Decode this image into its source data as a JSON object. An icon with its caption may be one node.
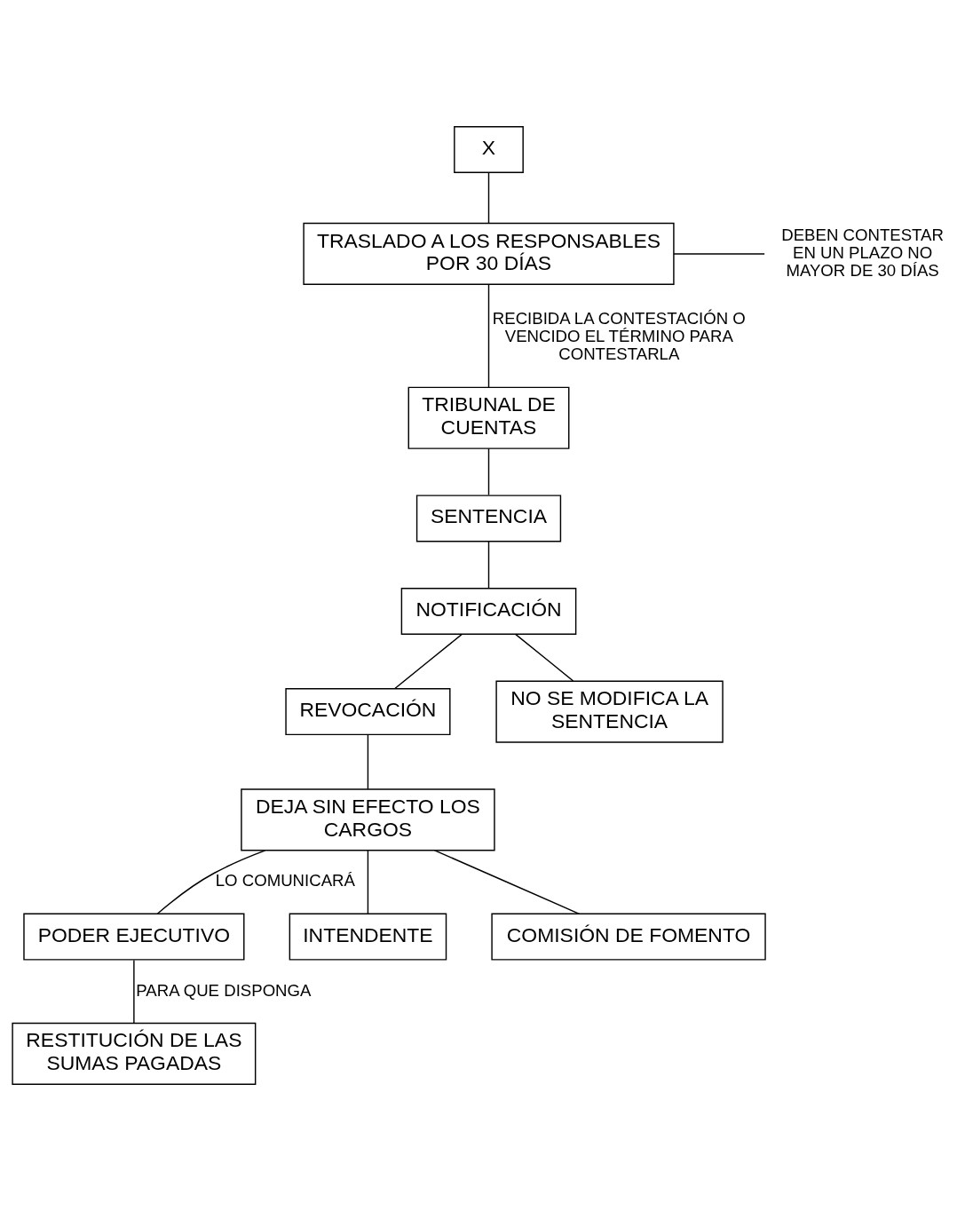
{
  "diagram": {
    "nodes": [
      {
        "text": [
          "X"
        ]
      },
      {
        "text": [
          "TRASLADO A LOS RESPONSABLES POR 30 DÍAS"
        ]
      },
      {
        "text": [
          "DEBEN CONTESTAR EN UN PLAZO NO MAYOR DE 30 DÍAS"
        ]
      },
      {
        "text": [
          "TRIBUNAL DE CUENTAS"
        ]
      },
      {
        "text": [
          "SENTENCIA"
        ]
      },
      {
        "text": [
          "NOTIFICACIÓN"
        ]
      },
      {
        "text": [
          "REVOCACIÓN"
        ]
      },
      {
        "text": [
          "NO SE MODIFICA LA SENTENCIA"
        ]
      },
      {
        "text": [
          "DEJA SIN EFECTO LOS CARGOS"
        ]
      },
      {
        "text": [
          "PODER EJECUTIVO"
        ]
      },
      {
        "text": [
          "INTENDENTE"
        ]
      },
      {
        "text": [
          "COMISIÓN DE FOMENTO"
        ]
      },
      {
        "text": [
          "RESTITUCIÓN DE LAS SUMAS PAGADAS"
        ]
      }
    ],
    "edges": [
      {
        "from": 0,
        "to": 1,
        "arrow": "none"
      },
      {
        "from": 1,
        "to": 2,
        "arrow": "none"
      },
      {
        "from": 1,
        "to": 3,
        "arrow": "none",
        "label": "RECIBIDA LA CONTESTACIÓN O VENCIDO EL TÉRMINO PARA CONTESTARLA"
      },
      {
        "from": 3,
        "to": 4,
        "arrow": "none"
      },
      {
        "from": 4,
        "to": 5,
        "arrow": "none"
      },
      {
        "from": 5,
        "to": 6,
        "arrow": "none"
      },
      {
        "from": 5,
        "to": 7,
        "arrow": "none"
      },
      {
        "from": 6,
        "to": 8,
        "arrow": "none"
      },
      {
        "from": 8,
        "to": 9,
        "arrow": "none",
        "label": "LO COMUNICARÁ"
      },
      {
        "from": 8,
        "to": 10,
        "arrow": "none"
      },
      {
        "from": 8,
        "to": 11,
        "arrow": "none"
      },
      {
        "from": 9,
        "to": 12,
        "arrow": "none",
        "label": "PARA QUE DISPONGA"
      }
    ]
  }
}
